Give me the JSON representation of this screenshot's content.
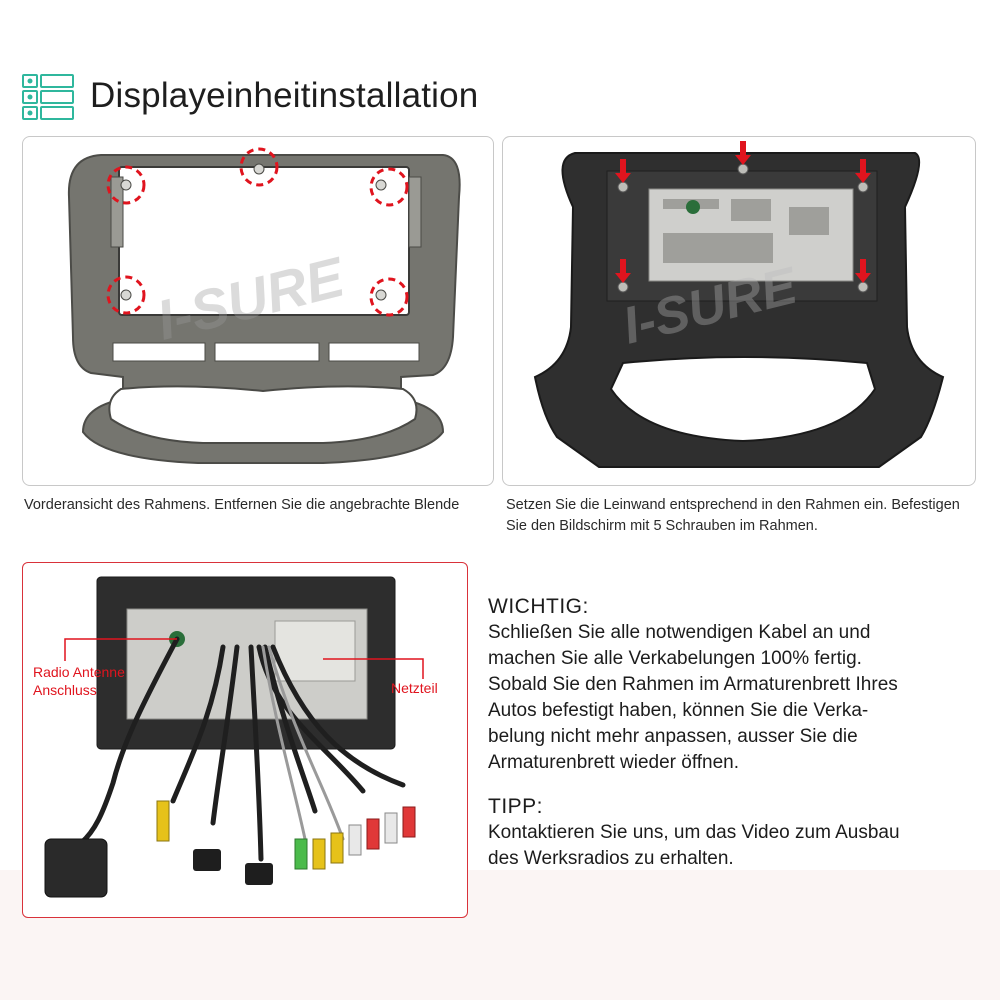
{
  "header": {
    "title": "Displayeinheitinstallation",
    "icon": "list-icon",
    "accent_color": "#2fb79d"
  },
  "panels": {
    "front": {
      "caption": "Vorderansicht des Rahmens. Entfernen Sie die angebrachte Blende",
      "watermark": "I-SURE"
    },
    "back": {
      "caption": "Setzen Sie die Leinwand entsprechend in den Rahmen ein. Befestigen Sie den Bildschirm mit 5 Schrauben im Rahmen.",
      "watermark": "I-SURE"
    },
    "wiring": {
      "label_antenna_line1": "Radio Antenne",
      "label_antenna_line2": "Anschluss",
      "label_power": "Netzteil",
      "border_color": "#d9323a"
    }
  },
  "notes": {
    "important": {
      "heading": "WICHTIG:",
      "lines": [
        "Schließen Sie alle notwendigen Kabel an und",
        "machen Sie alle Verkabelungen 100% fertig.",
        "Sobald Sie den Rahmen im Armaturenbrett Ihres",
        "Autos befestigt haben, können Sie die Verka-",
        "belung nicht mehr anpassen, ausser Sie die",
        "Armaturenbrett wieder öffnen."
      ]
    },
    "tip": {
      "heading": "TIPP:",
      "lines": [
        "Kontaktieren Sie uns, um das Video zum Ausbau",
        "des Werksradios zu erhalten."
      ]
    }
  },
  "colors": {
    "highlight_red": "#e0141e",
    "frame_gray": "#6e6e6a",
    "frame_dark": "#2c2c2c"
  }
}
